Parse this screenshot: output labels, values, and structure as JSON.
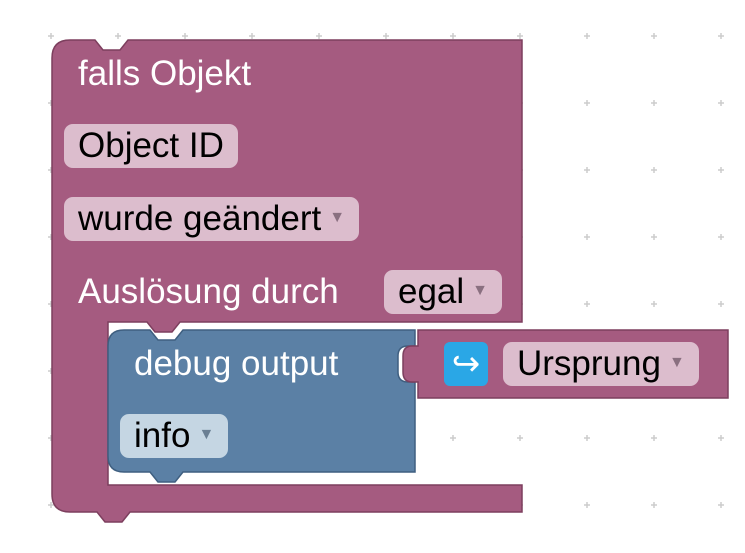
{
  "trigger_block": {
    "header": "falls Objekt",
    "object_id_field": "Object ID",
    "condition_dropdown": "wurde geändert",
    "trigger_label": "Auslösung durch",
    "trigger_dropdown": "egal"
  },
  "debug_block": {
    "label": "debug output",
    "level_dropdown": "info"
  },
  "value_block": {
    "icon": "return-arrow-icon",
    "dropdown": "Ursprung"
  },
  "colors": {
    "trigger_block": "#a55b80",
    "debug_block": "#5b80a5",
    "purple_field": "#dcbdcd",
    "blue_field": "#c5d6e3",
    "icon_chip": "#2aa7e6"
  }
}
